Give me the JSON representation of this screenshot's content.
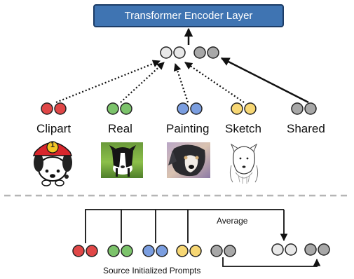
{
  "encoder": {
    "label": "Transformer Encoder Layer",
    "color": "#3f74b2"
  },
  "domains": [
    {
      "name": "Clipart",
      "color": "#e04747"
    },
    {
      "name": "Real",
      "color": "#7cc36b"
    },
    {
      "name": "Painting",
      "color": "#7b9ee0"
    },
    {
      "name": "Sketch",
      "color": "#f7d774"
    },
    {
      "name": "Shared",
      "color": "#a8a8a8"
    }
  ],
  "clipart_badge": "1",
  "average_label": "Average",
  "source_label": "Source Initialized Prompts",
  "colors": {
    "empty_token": "#e8e8e8",
    "shared_token": "#a8a8a8",
    "divider": "#b5b5b5"
  }
}
